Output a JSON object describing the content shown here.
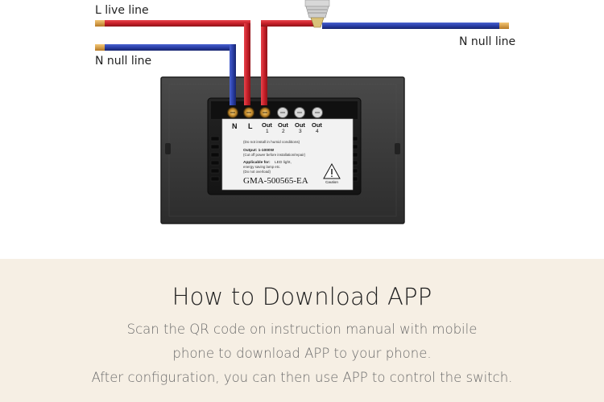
{
  "diagram": {
    "labels": {
      "live_line": "L live line",
      "null_line_left": "N null line",
      "null_line_right": "N null line"
    },
    "terminals": [
      "N",
      "L",
      "Out",
      "Out",
      "Out",
      "Out"
    ],
    "terminal_numbers": [
      "1",
      "2",
      "3",
      "4"
    ],
    "sticker": {
      "warning": "(Do not install in humid conditions)",
      "output_label": "Output: 1-1000W",
      "output_note": "(Cut off power before installation/repair)",
      "applicable_label": "Applicable for:",
      "applicable_text": "LED light,",
      "applicable_text2": "energy saving lamp etc.",
      "applicable_note": "(Do not overload)",
      "model": "GMA-500565-EA",
      "caution": "Caution"
    },
    "colors": {
      "live": "#c8202a",
      "null": "#2a3fa8",
      "panel": "#3a3a3a"
    }
  },
  "info": {
    "title": "How to Download APP",
    "line1": "Scan the QR code on instruction manual with mobile",
    "line2": "phone to download APP to your phone.",
    "line3": "After configuration, you can then use APP to control the switch."
  }
}
